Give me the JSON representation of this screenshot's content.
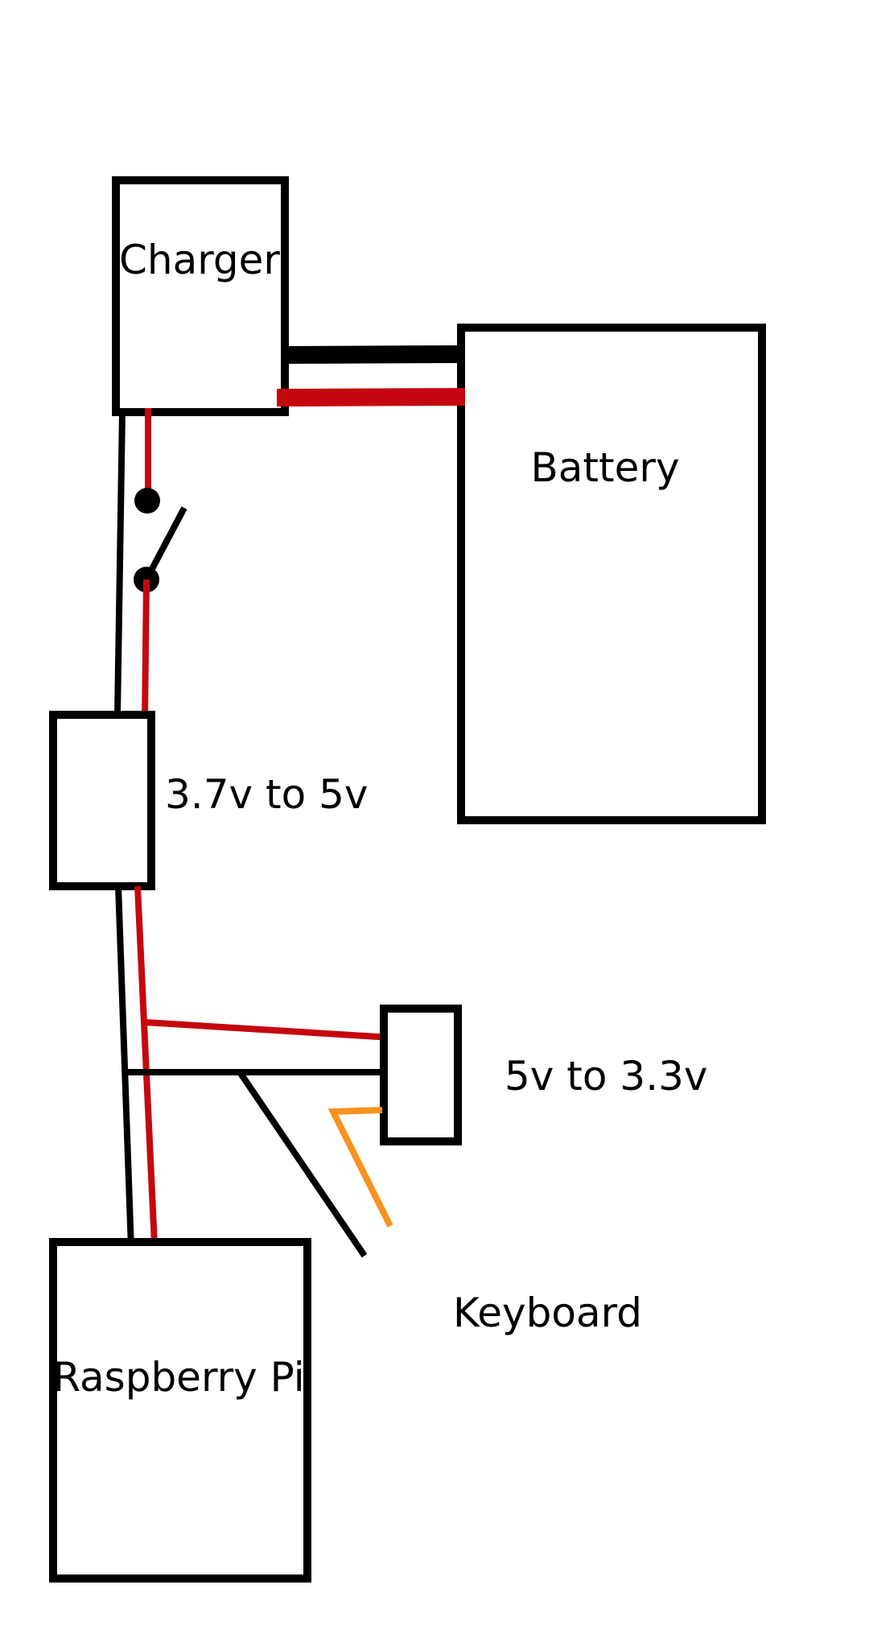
{
  "labels": {
    "charger": "Charger",
    "battery": "Battery",
    "boost_converter": "3.7v to 5v",
    "buck_converter": "5v to 3.3v",
    "keyboard": "Keyboard",
    "raspberry_pi": "Raspberry Pi"
  },
  "colors": {
    "positive_wire": "#c5080f",
    "ground_wire": "#000000",
    "signal_wire": "#f7931e",
    "component_outline": "#000000",
    "background": "#ffffff"
  },
  "switch": {
    "type": "single-pole switch",
    "state": "open"
  }
}
